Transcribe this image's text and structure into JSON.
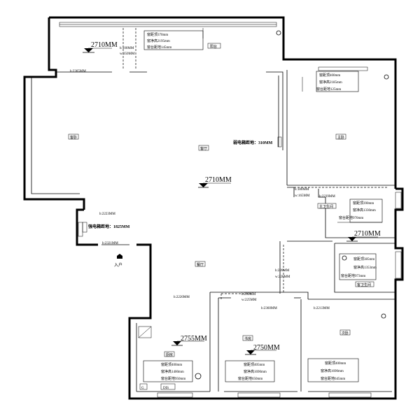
{
  "heights": {
    "top_left": "2710MM",
    "center": "2710MM",
    "right_mid": "2710MM",
    "bottom_left": "2755MM",
    "bottom_mid": "2750MM"
  },
  "rooms": {
    "kitchen_left": "客卧",
    "living": "客厅",
    "master": "主卧",
    "balcony": "阳台",
    "bath_master": "主卫生间",
    "bath_guest": "客卫生间",
    "entry_hall": "餐厅",
    "kitchen": "厨房",
    "study": "书房",
    "bedroom_3": "次卧",
    "entrance": "入户"
  },
  "beams": {
    "b1": "h:2365MM",
    "b2": "h:2223MM",
    "b3": "h:2321MM",
    "b4": "h:2220MM",
    "b5": "h:2360MM",
    "b6": "h:2213MM",
    "b7": "h:2239MM",
    "beam_top_h": "h:100MM",
    "beam_top_w": "w:350MM",
    "beam_mid_h": "h:180MM",
    "beam_mid_w": "w:165MM",
    "beam_corr_h": "h:220MM",
    "beam_corr_w": "w:220MM",
    "beam_bot_h": "h:290MM",
    "beam_bot_w": "w:225MM"
  },
  "distribution": {
    "weak1": "弱电箱距地：310MM",
    "weak2": "强电箱距地：1825MM"
  },
  "windows": {
    "w_balcony": [
      "窗距顶370mm",
      "窗净高2195mm",
      "窗台距地145mm"
    ],
    "w_master": [
      "窗距顶400mm",
      "窗净高2185mm",
      "窗台距地125mm"
    ],
    "w_bath1": [
      "窗距顶390mm",
      "窗净高1330mm",
      "窗台距地970mm"
    ],
    "w_bath2": [
      "窗距顶385mm",
      "窗净高1353mm",
      "窗台距地973mm"
    ],
    "w_kitchen": [
      "窗距顶400mm",
      "窗净高1400mm",
      "窗台距地950mm"
    ],
    "w_study": [
      "窗距顶405mm",
      "窗净高1690mm",
      "窗台距地650mm"
    ],
    "w_bed3": [
      "窗距顶400mm",
      "窗净高1690mm",
      "窗台距地645mm"
    ]
  },
  "marks": {
    "g": "G",
    "dis": "DIS"
  }
}
